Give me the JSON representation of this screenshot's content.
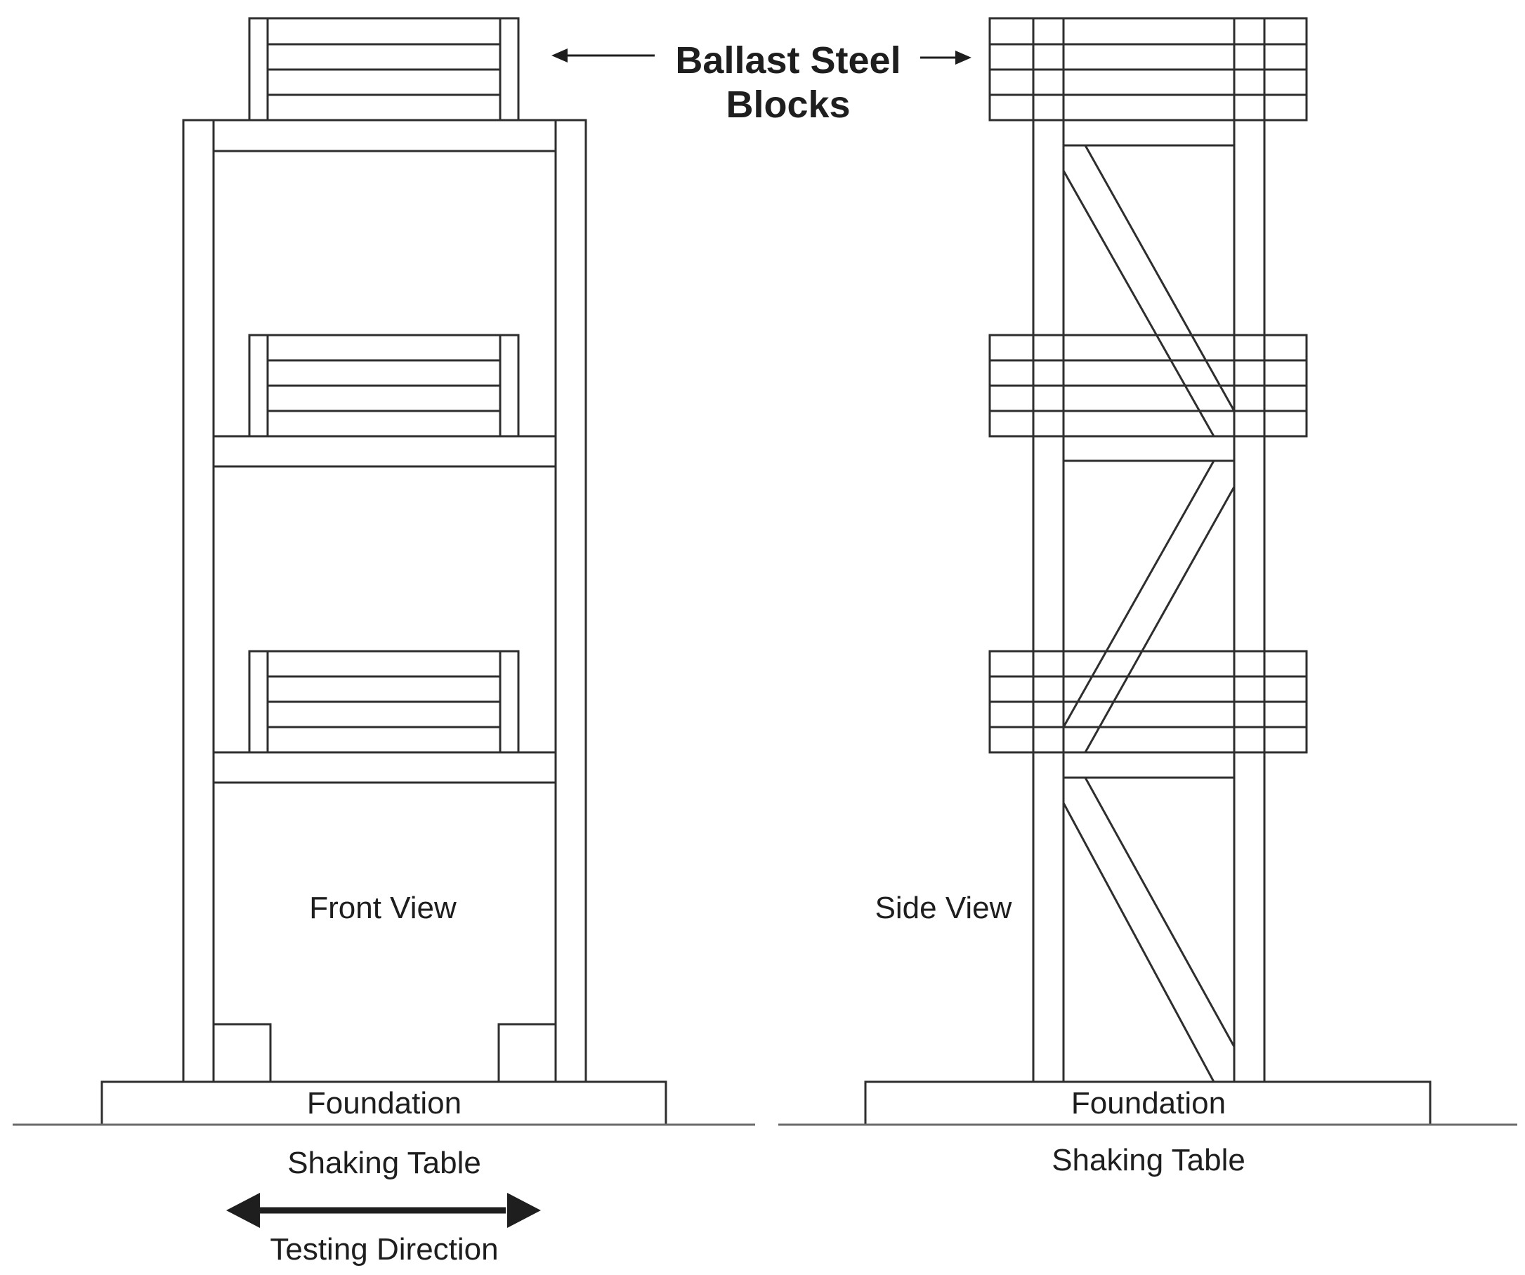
{
  "labels": {
    "ballast_line1": "Ballast Steel",
    "ballast_line2": "Blocks",
    "front_view": "Front View",
    "side_view": "Side View",
    "foundation_front": "Foundation",
    "foundation_side": "Foundation",
    "shaking_table_front": "Shaking Table",
    "shaking_table_side": "Shaking Table",
    "testing_direction": "Testing Direction"
  },
  "colors": {
    "line": "#2e2e2e",
    "text": "#1e1e1e",
    "ground": "#6a6a6a",
    "background": "#ffffff"
  }
}
